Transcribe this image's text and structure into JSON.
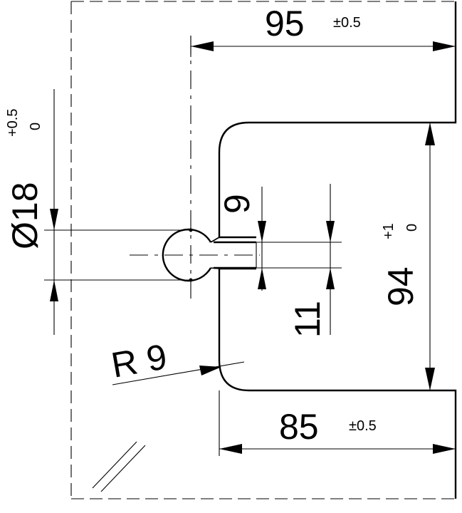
{
  "drawing": {
    "dim_width_top": {
      "value": "95",
      "tolerance": "±0.5"
    },
    "dim_width_bottom": {
      "value": "85",
      "tolerance": "±0.5"
    },
    "dim_height": {
      "value": "94",
      "tol_upper": "+1",
      "tol_lower": "0"
    },
    "dim_diameter": {
      "value": "Ø18",
      "tol_upper": "+0.5",
      "tol_lower": "0"
    },
    "dim_slot_top": {
      "value": "9"
    },
    "dim_slot_bottom": {
      "value": "11"
    },
    "dim_radius": {
      "value": "R 9"
    }
  }
}
